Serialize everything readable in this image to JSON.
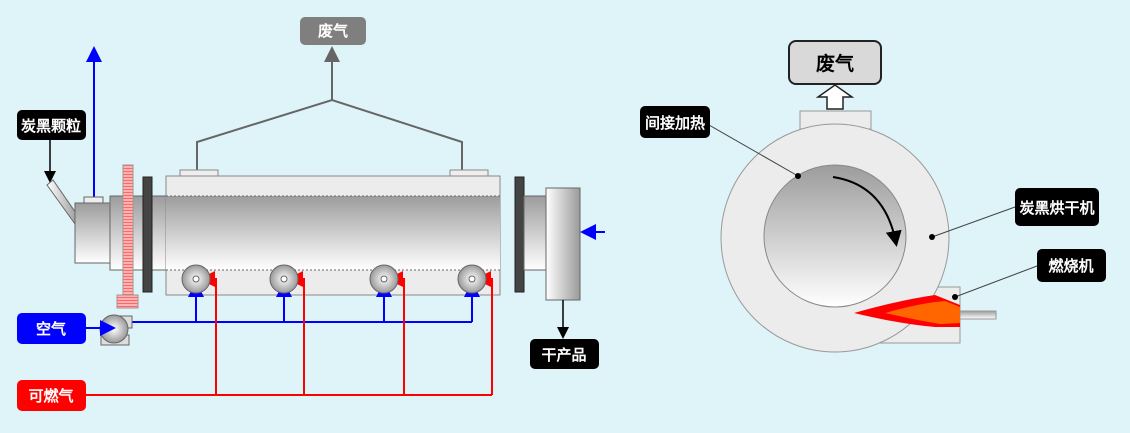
{
  "left_diagram": {
    "exhaust_label": "废气",
    "carbon_pellets_label": "炭黑颗粒",
    "air_label": "空气",
    "fuel_gas_label": "可燃气",
    "dry_product_label": "干产品"
  },
  "right_diagram": {
    "exhaust_label": "废气",
    "indirect_heating_label": "间接加热",
    "dryer_label": "炭黑烘干机",
    "burner_label": "燃烧机"
  },
  "colors": {
    "background": "#dff4f8",
    "air": "#0000ff",
    "fuel": "#ff0000",
    "label_dark": "#000000",
    "exhaust_box": "#7f7f7f"
  }
}
